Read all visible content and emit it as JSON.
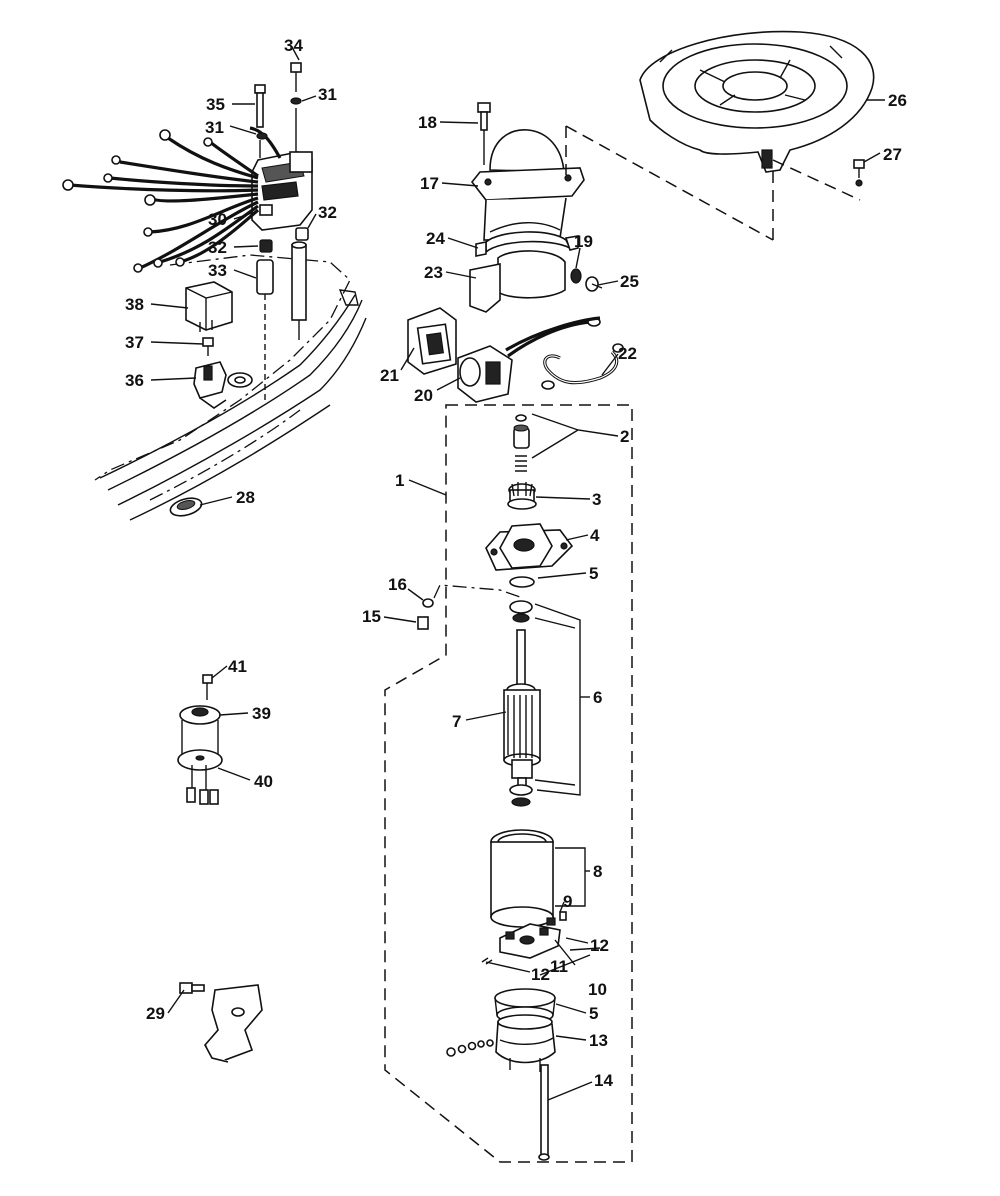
{
  "labels": {
    "l1": "1",
    "l2": "2",
    "l3": "3",
    "l4": "4",
    "l5a": "5",
    "l5b": "5",
    "l6": "6",
    "l7": "7",
    "l8": "8",
    "l9": "9",
    "l10": "10",
    "l11": "11",
    "l12a": "12",
    "l12b": "12",
    "l13": "13",
    "l14": "14",
    "l15": "15",
    "l16": "16",
    "l17": "17",
    "l18": "18",
    "l19": "19",
    "l20": "20",
    "l21": "21",
    "l22": "22",
    "l23": "23",
    "l24": "24",
    "l25": "25",
    "l26": "26",
    "l27": "27",
    "l28": "28",
    "l29": "29",
    "l30": "30",
    "l31a": "31",
    "l31b": "31",
    "l32a": "32",
    "l32b": "32",
    "l33": "33",
    "l34": "34",
    "l35": "35",
    "l36": "36",
    "l37": "37",
    "l38": "38",
    "l39": "39",
    "l40": "40",
    "l41": "41"
  }
}
